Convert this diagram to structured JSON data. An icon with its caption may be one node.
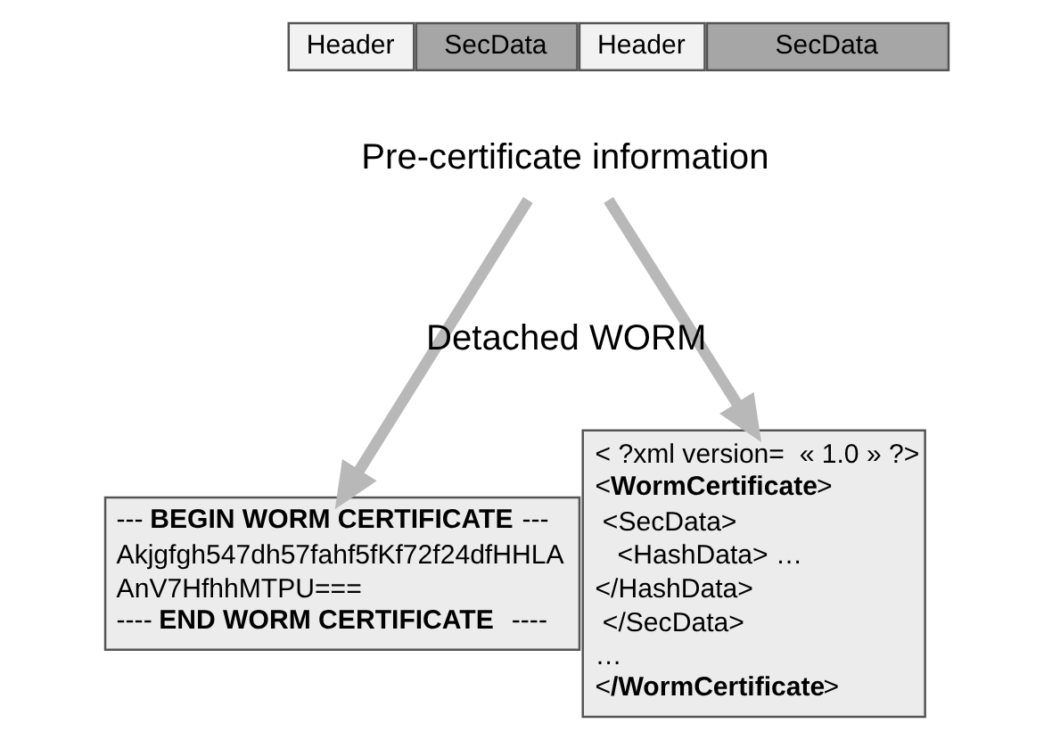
{
  "diagram": {
    "nodes": [
      {
        "text": [
          "Header"
        ]
      },
      {
        "text": [
          "SecData"
        ]
      },
      {
        "text": [
          "Header"
        ]
      },
      {
        "text": [
          "SecData"
        ]
      },
      {
        "text": [
          "Pre-certificate information"
        ]
      },
      {
        "text": [
          "--- **BEGIN WORM CERTIFICATE** ---",
          "Akjgfgh547dh57fahf5fKf72f24dfHHLA",
          "AnV7HfhhMTPU===",
          "---- **END WORM CERTIFICATE**  ----"
        ]
      },
      {
        "text": [
          "< ?xml version=  « 1.0 » ?>",
          "<**WormCertificate**>",
          " <SecData>",
          "   <HashData> …",
          "</HashData>",
          " </SecData>",
          "…",
          "<**/WormCertificate**>"
        ]
      }
    ],
    "edges": [
      {
        "from": 4,
        "to": 5,
        "arrow": "to"
      },
      {
        "from": 4,
        "to": 6,
        "arrow": "to"
      }
    ],
    "labels": [
      "Detached WORM"
    ]
  }
}
